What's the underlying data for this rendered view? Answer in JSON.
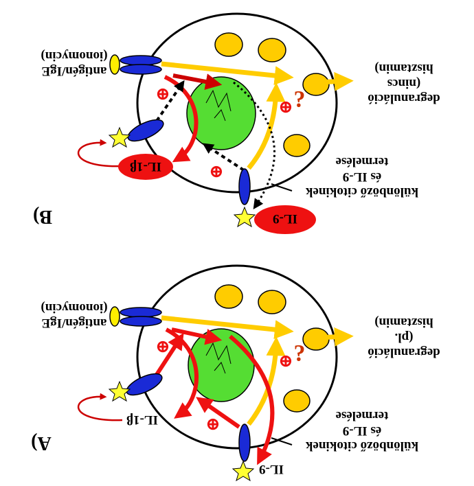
{
  "diagram": {
    "panels": [
      {
        "id": "B",
        "label": "B)",
        "stimulus": [
          "antigén/IgE",
          "(ionomycin)"
        ],
        "effect": [
          "degranuláció",
          "(nincs",
          "hisztamin)"
        ],
        "cytokines": [
          "különböző citokinek",
          "és IL-9",
          "termelése"
        ],
        "il1b": "IL-1β",
        "il9": "IL-9",
        "plus": "⊕",
        "question": "¿"
      },
      {
        "id": "A",
        "label": "A)",
        "stimulus": [
          "antigén/IgE",
          "(ionomycin)"
        ],
        "effect": [
          "degranuláció",
          "(pl.",
          "hisztamin)"
        ],
        "cytokines": [
          "különböző citokinek",
          "és IL-9",
          "termelése"
        ],
        "il1b": "IL-1β",
        "il9": "IL-9",
        "plus": "⊕",
        "question": "¿"
      }
    ],
    "colors": {
      "cell_outline": "#000000",
      "nucleus": "#55dd33",
      "granule": "#ffcc00",
      "receptor": "#1a2ad6",
      "antigen": "#ffee00",
      "arrow_yellow": "#ffcc00",
      "arrow_red": "#ee1111",
      "arrow_dark_red": "#cc0000",
      "il_bubble": "#ee1111",
      "star": "#ffff33"
    }
  }
}
